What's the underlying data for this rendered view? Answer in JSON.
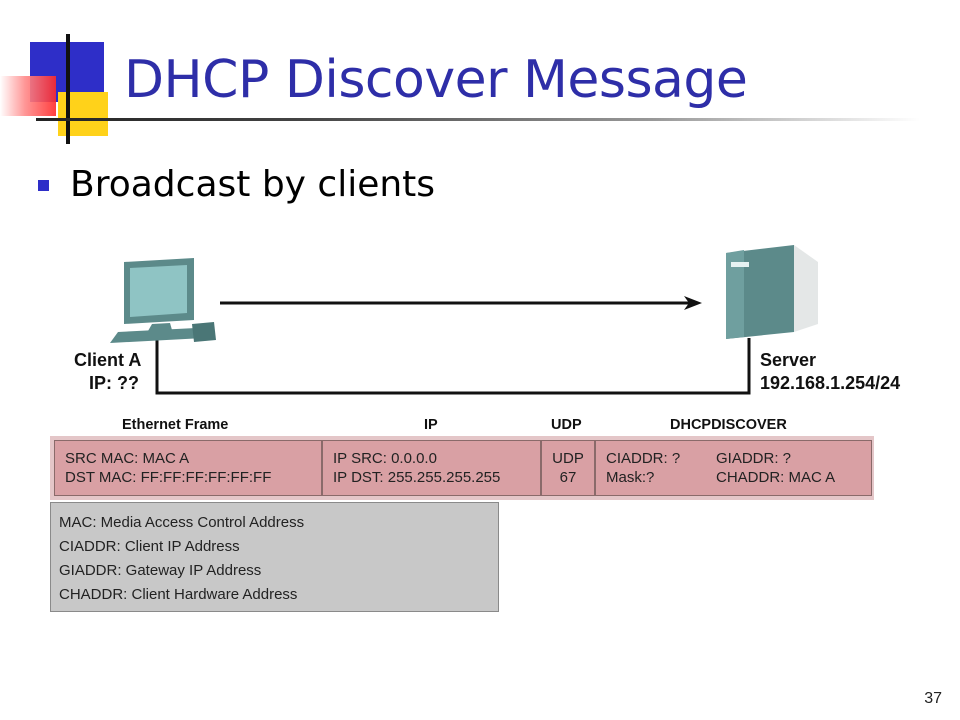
{
  "slide": {
    "title": "DHCP Discover Message",
    "bullet": "Broadcast by clients",
    "page_number": "37"
  },
  "diagram": {
    "client": {
      "name": "Client A",
      "ip": "IP: ??"
    },
    "server": {
      "name": "Server",
      "ip": "192.168.1.254/24"
    },
    "headers": {
      "ethernet": "Ethernet Frame",
      "ip": "IP",
      "udp": "UDP",
      "dhcp": "DHCPDISCOVER"
    },
    "ethernet": {
      "src": "SRC MAC: MAC A",
      "dst": "DST MAC: FF:FF:FF:FF:FF:FF"
    },
    "ip": {
      "src": "IP SRC: 0.0.0.0",
      "dst": "IP DST: 255.255.255.255"
    },
    "udp": {
      "src": "UDP",
      "dst": "67"
    },
    "dhcp": {
      "ciaddr": "CIADDR: ?",
      "giaddr": "GIADDR: ?",
      "mask": "Mask:?",
      "chaddr": "CHADDR: MAC A"
    },
    "legend": [
      "MAC: Media Access Control Address",
      "CIADDR: Client IP Address",
      "GIADDR: Gateway IP Address",
      "CHADDR: Client Hardware Address"
    ]
  }
}
